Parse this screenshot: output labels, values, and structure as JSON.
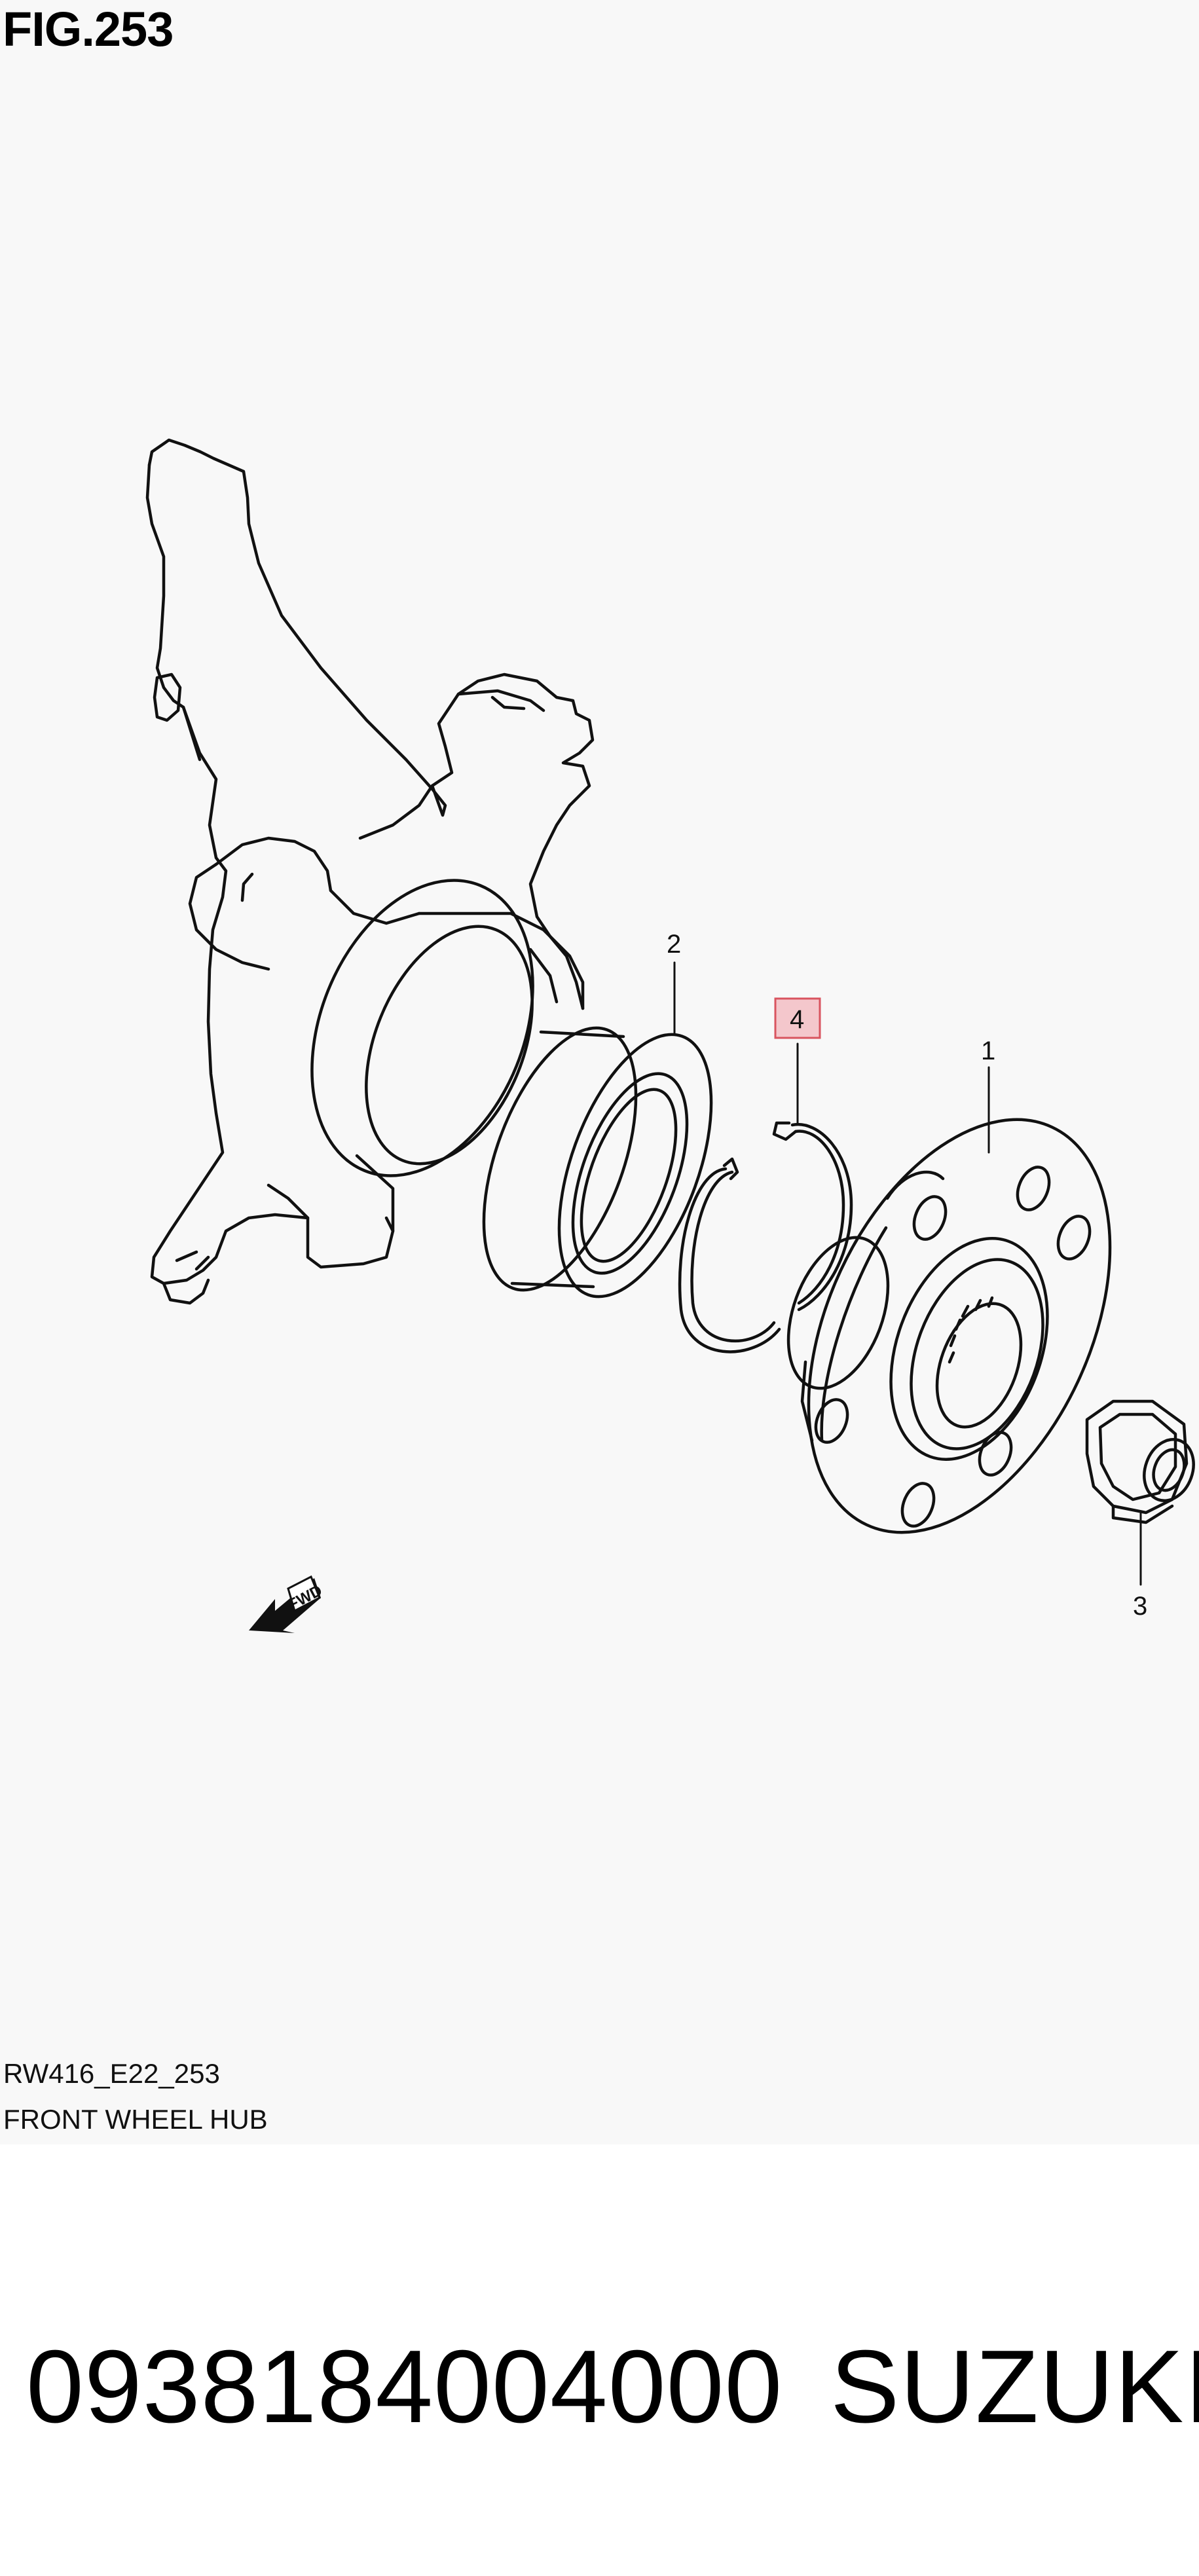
{
  "figure": {
    "title": "FIG.253"
  },
  "diagram": {
    "code": "RW416_E22_253",
    "caption": "FRONT WHEEL HUB",
    "fwd_arrow_label": "FWD",
    "callouts": [
      {
        "id": "1",
        "label": "1"
      },
      {
        "id": "2",
        "label": "2"
      },
      {
        "id": "3",
        "label": "3"
      },
      {
        "id": "4",
        "label": "4",
        "highlighted": true
      }
    ],
    "highlight_color": "#f4c7cc",
    "highlight_border": "#d9545f"
  },
  "footer": {
    "part_number": "0938184004000",
    "brand": "SUZUKI"
  }
}
